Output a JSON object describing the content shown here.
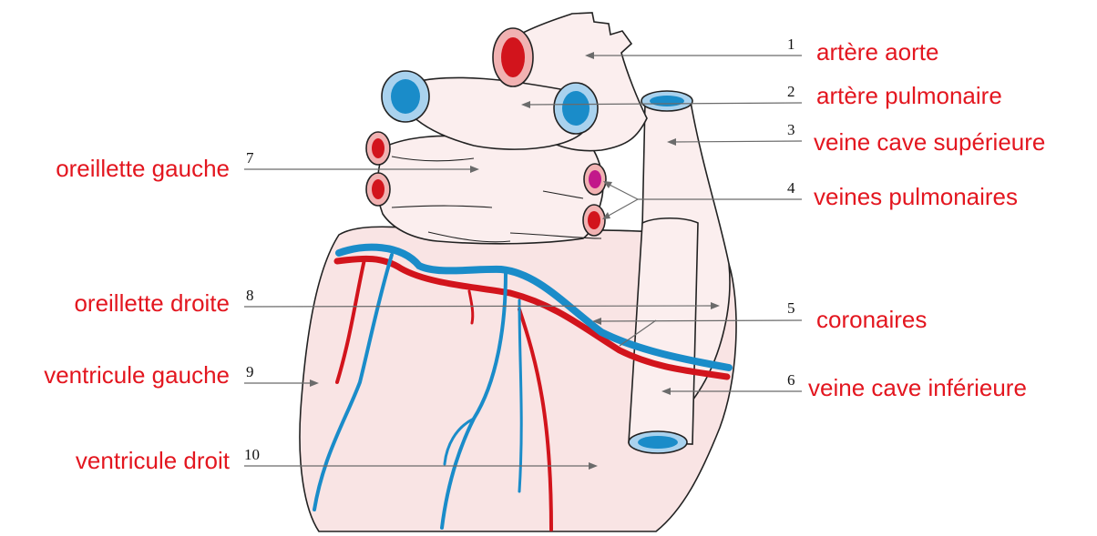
{
  "colors": {
    "label": "#e3161f",
    "tissue": "#f9e4e4",
    "tissue_light": "#fbeeee",
    "artery": "#d2141c",
    "vein": "#1a8cc9",
    "vein_rim": "#a9d2ee",
    "artery_rim": "#f1b2b2"
  },
  "parts": [
    {
      "number": "1",
      "label": "artère aorte"
    },
    {
      "number": "2",
      "label": "artère pulmonaire"
    },
    {
      "number": "3",
      "label": "veine cave supérieure"
    },
    {
      "number": "4",
      "label": "veines pulmonaires"
    },
    {
      "number": "5",
      "label": "coronaires"
    },
    {
      "number": "6",
      "label": "veine cave inférieure"
    },
    {
      "number": "7",
      "label": "oreillette gauche"
    },
    {
      "number": "8",
      "label": "oreillette droite"
    },
    {
      "number": "9",
      "label": "ventricule gauche"
    },
    {
      "number": "10",
      "label": "ventricule droit"
    }
  ]
}
